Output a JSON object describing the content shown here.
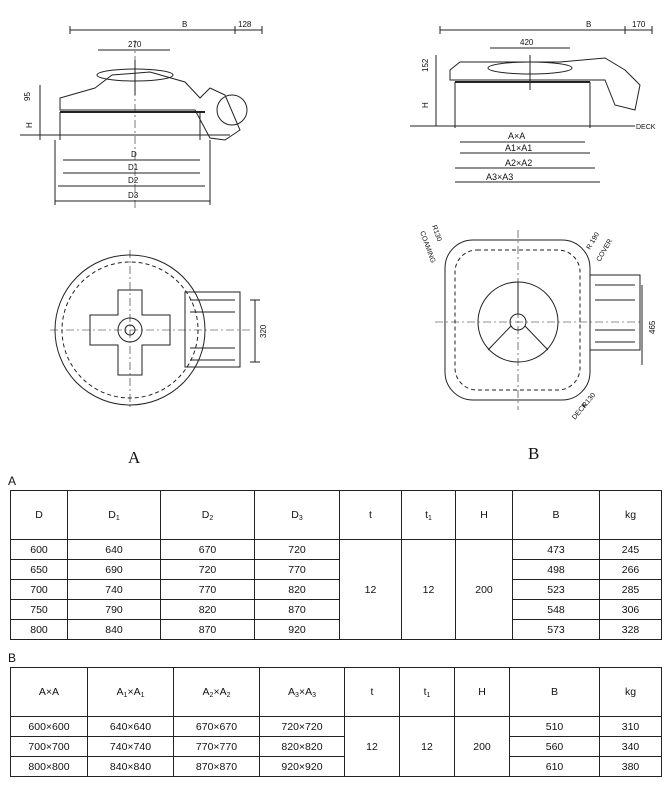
{
  "figure_a": {
    "label": "A",
    "dims": {
      "b": "B",
      "b_off": "128",
      "w": "270",
      "h1": "95",
      "h": "H",
      "d": "D",
      "d1": "D1",
      "d2": "D2",
      "d3": "D3",
      "p": "320"
    }
  },
  "figure_b": {
    "label": "B",
    "dims": {
      "b": "B",
      "b_off": "170",
      "w": "420",
      "h1": "152",
      "h": "H",
      "a": "A×A",
      "a1": "A1×A1",
      "a2": "A2×A2",
      "a3": "A3×A3",
      "deck": "DECK",
      "r130a": "R130",
      "coaming": "COAMING",
      "r190": "R 190",
      "cover": "COVER",
      "p": "465",
      "r130b": "R130",
      "deck2": "DECK"
    }
  },
  "table_a": {
    "label": "A",
    "headers": {
      "d": "D",
      "d1": "D",
      "d1s": "1",
      "d2": "D",
      "d2s": "2",
      "d3": "D",
      "d3s": "3",
      "t": "t",
      "t1": "t",
      "t1s": "1",
      "h": "H",
      "b": "B",
      "kg": "kg"
    },
    "common": {
      "t": "12",
      "t1": "12",
      "h": "200"
    },
    "rows": [
      {
        "d": "600",
        "d1": "640",
        "d2": "670",
        "d3": "720",
        "b": "473",
        "kg": "245"
      },
      {
        "d": "650",
        "d1": "690",
        "d2": "720",
        "d3": "770",
        "b": "498",
        "kg": "266"
      },
      {
        "d": "700",
        "d1": "740",
        "d2": "770",
        "d3": "820",
        "b": "523",
        "kg": "285"
      },
      {
        "d": "750",
        "d1": "790",
        "d2": "820",
        "d3": "870",
        "b": "548",
        "kg": "306"
      },
      {
        "d": "800",
        "d1": "840",
        "d2": "870",
        "d3": "920",
        "b": "573",
        "kg": "328"
      }
    ]
  },
  "table_b": {
    "label": "B",
    "headers": {
      "a": "A×A",
      "a1a": "A",
      "a1as": "1",
      "a1m": "×A",
      "a1bs": "1",
      "a2a": "A",
      "a2as": "2",
      "a2m": "×A",
      "a2bs": "2",
      "a3a": "A",
      "a3as": "3",
      "a3m": "×A",
      "a3bs": "3",
      "t": "t",
      "t1": "t",
      "t1s": "1",
      "h": "H",
      "b": "B",
      "kg": "kg"
    },
    "common": {
      "t": "12",
      "t1": "12",
      "h": "200"
    },
    "rows": [
      {
        "a": "600×600",
        "a1": "640×640",
        "a2": "670×670",
        "a3": "720×720",
        "b": "510",
        "kg": "310"
      },
      {
        "a": "700×700",
        "a1": "740×740",
        "a2": "770×770",
        "a3": "820×820",
        "b": "560",
        "kg": "340"
      },
      {
        "a": "800×800",
        "a1": "840×840",
        "a2": "870×870",
        "a3": "920×920",
        "b": "610",
        "kg": "380"
      }
    ]
  }
}
